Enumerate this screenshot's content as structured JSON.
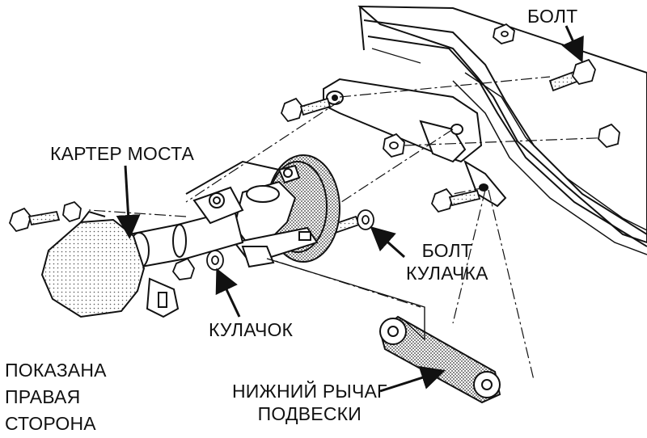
{
  "labels": {
    "bolt_top": "БОЛТ",
    "axle_housing": "КАРТЕР МОСТА",
    "cam_bolt_line1": "БОЛТ",
    "cam_bolt_line2": "КУЛАЧКА",
    "cam": "КУЛАЧОК",
    "lower_arm_line1": "НИЖНИЙ РЫЧАГ",
    "lower_arm_line2": "ПОДВЕСКИ",
    "side_note_line1": "ПОКАЗАНА",
    "side_note_line2": "ПРАВАЯ",
    "side_note_line3": "СТОРОНА"
  },
  "colors": {
    "ink": "#111111",
    "shade": "#555555",
    "paper": "#ffffff"
  }
}
